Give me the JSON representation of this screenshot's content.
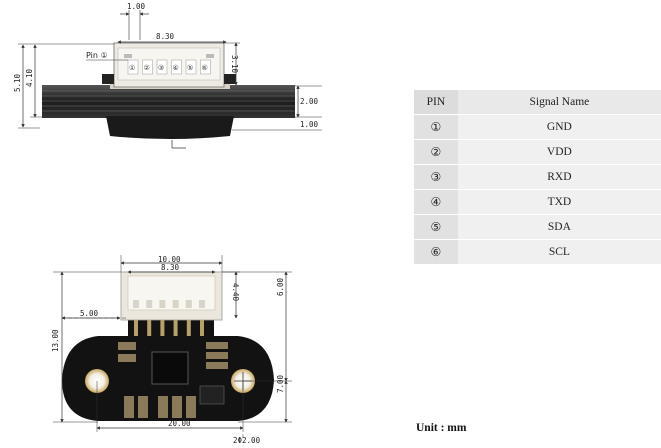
{
  "top_view": {
    "pitch": "1.00",
    "connector_width": "8.30",
    "pin1_label": "Pin ①",
    "pin_numbers": [
      "①",
      "②",
      "③",
      "④",
      "⑤",
      "⑥"
    ],
    "height_left_outer": "5.10",
    "height_left_inner": "4.10",
    "height_right_connector": "3.10",
    "body_height": "2.00",
    "lens_height": "1.00"
  },
  "bottom_view": {
    "connector_outer_width": "10.00",
    "connector_inner_width": "8.30",
    "connector_depth": "4.40",
    "left_offset": "5.00",
    "total_height": "13.00",
    "upper_right_height": "6.00",
    "lower_right_height": "7.00",
    "board_width": "20.00",
    "hole_diameter": "2Φ2.00"
  },
  "pin_table": {
    "headers": [
      "PIN",
      "Signal Name"
    ],
    "rows": [
      {
        "pin": "①",
        "signal": "GND"
      },
      {
        "pin": "②",
        "signal": "VDD"
      },
      {
        "pin": "③",
        "signal": "RXD"
      },
      {
        "pin": "④",
        "signal": "TXD"
      },
      {
        "pin": "⑤",
        "signal": "SDA"
      },
      {
        "pin": "⑥",
        "signal": "SCL"
      }
    ]
  },
  "unit_label": "Unit : mm",
  "colors": {
    "board": "#111111",
    "connector": "#eeeae2",
    "table_header": "#dcdcdc",
    "table_cell": "#f0f0f0"
  }
}
